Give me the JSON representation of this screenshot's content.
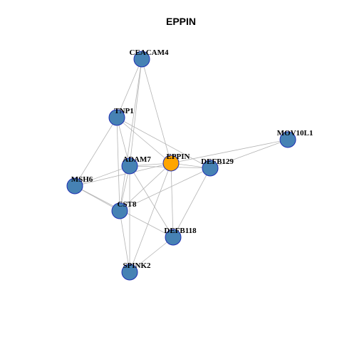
{
  "title": "EPPIN",
  "colors": {
    "node_fill": "#4682b4",
    "node_stroke": "#1f2fb3",
    "center_fill": "#ffa500",
    "center_stroke": "#1f2fb3",
    "edge": "#b4b4b4",
    "background": "#ffffff"
  },
  "network": {
    "center": "EPPIN",
    "nodes": [
      {
        "id": "CEACAM4",
        "label": "CEACAM4"
      },
      {
        "id": "TNP1",
        "label": "TNP1"
      },
      {
        "id": "MOV10L1",
        "label": "MOV10L1"
      },
      {
        "id": "ADAM7",
        "label": "ADAM7"
      },
      {
        "id": "EPPIN",
        "label": "EPPIN"
      },
      {
        "id": "DEFB129",
        "label": "DEFB129"
      },
      {
        "id": "MSH6",
        "label": "MSH6"
      },
      {
        "id": "CST8",
        "label": "CST8"
      },
      {
        "id": "DEFB118",
        "label": "DEFB118"
      },
      {
        "id": "SPINK2",
        "label": "SPINK2"
      }
    ],
    "edges": [
      [
        "CEACAM4",
        "TNP1"
      ],
      [
        "CEACAM4",
        "ADAM7"
      ],
      [
        "CEACAM4",
        "EPPIN"
      ],
      [
        "CEACAM4",
        "CST8"
      ],
      [
        "TNP1",
        "ADAM7"
      ],
      [
        "TNP1",
        "EPPIN"
      ],
      [
        "TNP1",
        "DEFB129"
      ],
      [
        "TNP1",
        "MSH6"
      ],
      [
        "TNP1",
        "CST8"
      ],
      [
        "ADAM7",
        "EPPIN"
      ],
      [
        "ADAM7",
        "DEFB129"
      ],
      [
        "ADAM7",
        "MSH6"
      ],
      [
        "ADAM7",
        "CST8"
      ],
      [
        "ADAM7",
        "DEFB118"
      ],
      [
        "ADAM7",
        "SPINK2"
      ],
      [
        "EPPIN",
        "DEFB129"
      ],
      [
        "EPPIN",
        "MOV10L1"
      ],
      [
        "EPPIN",
        "MSH6"
      ],
      [
        "EPPIN",
        "CST8"
      ],
      [
        "EPPIN",
        "DEFB118"
      ],
      [
        "EPPIN",
        "SPINK2"
      ],
      [
        "DEFB129",
        "MOV10L1"
      ],
      [
        "DEFB129",
        "CST8"
      ],
      [
        "DEFB129",
        "DEFB118"
      ],
      [
        "MSH6",
        "CST8"
      ],
      [
        "MSH6",
        "DEFB118"
      ],
      [
        "CST8",
        "SPINK2"
      ],
      [
        "DEFB118",
        "SPINK2"
      ]
    ]
  }
}
